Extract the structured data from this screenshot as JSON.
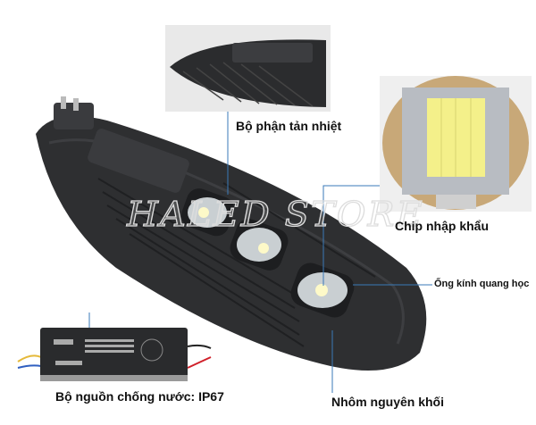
{
  "watermark": "HALED STORE",
  "labels": {
    "heatsink": "Bộ phận tản nhiệt",
    "chip": "Chip nhập khẩu",
    "lens": "Ống kính quang học",
    "driver": "Bộ nguồn chống nước: IP67",
    "aluminum": "Nhôm nguyên khối"
  },
  "colors": {
    "lamp_body": "#2e2f31",
    "callout_line": "#3a7ab8",
    "led_chip": "#f4f08a"
  }
}
